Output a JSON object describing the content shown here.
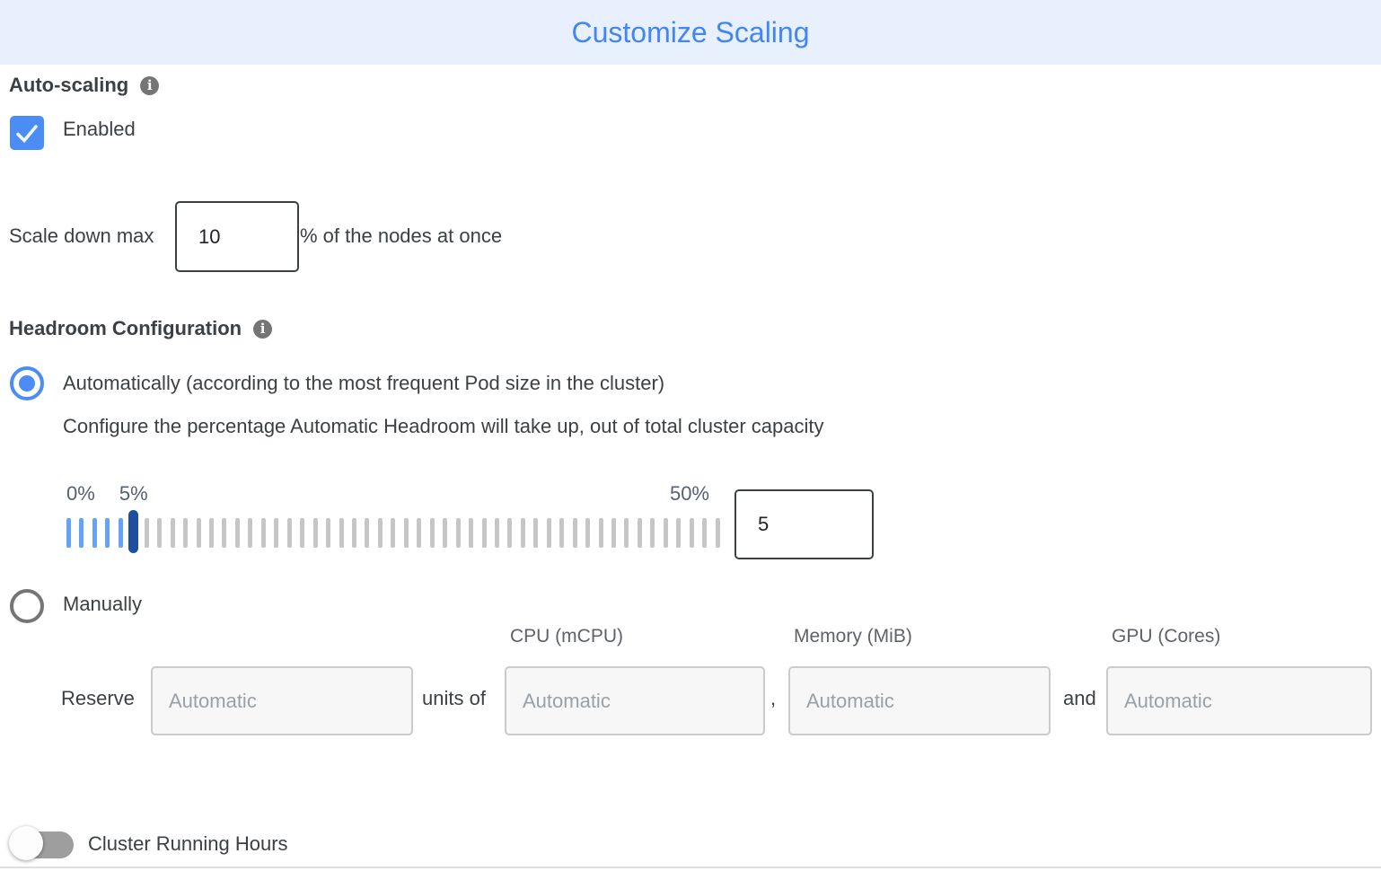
{
  "header": {
    "title": "Customize Scaling"
  },
  "icons": {
    "info": "i"
  },
  "autoscaling": {
    "label": "Auto-scaling",
    "enabled_label": "Enabled",
    "checked": true
  },
  "scale_down": {
    "prefix": "Scale down max",
    "value": "10",
    "suffix": "% of the nodes at once"
  },
  "headroom": {
    "label": "Headroom Configuration",
    "selected_mode": "automatic",
    "auto_option": "Automatically (according to the most frequent Pod size in the cluster)",
    "auto_description": "Configure the percentage Automatic Headroom will take up, out of total cluster capacity",
    "slider": {
      "start_label": "0%",
      "handle_label": "5%",
      "end_label": "50%",
      "value": "5",
      "tick_count": 51,
      "highlighted_ticks": 6,
      "handle_index": 5
    },
    "manual_option": "Manually",
    "manual_columns": [
      "CPU (mCPU)",
      "Memory (MiB)",
      "GPU (Cores)"
    ],
    "reserve": {
      "prefix": "Reserve",
      "units_of": "units of",
      "separator": ",",
      "conjunction": "and",
      "placeholders": [
        "Automatic",
        "Automatic",
        "Automatic",
        "Automatic"
      ]
    }
  },
  "cluster_running_hours": {
    "label": "Cluster Running Hours",
    "enabled": false
  },
  "colors": {
    "accent_blue": "#4C8DF5",
    "title_blue": "#4285F4",
    "header_bg": "#E8F0FE",
    "handle_navy": "#1D4F9E",
    "tick_blue": "#64A3F7",
    "tick_gray": "#C6C6C6",
    "slider_label": "#556077"
  }
}
